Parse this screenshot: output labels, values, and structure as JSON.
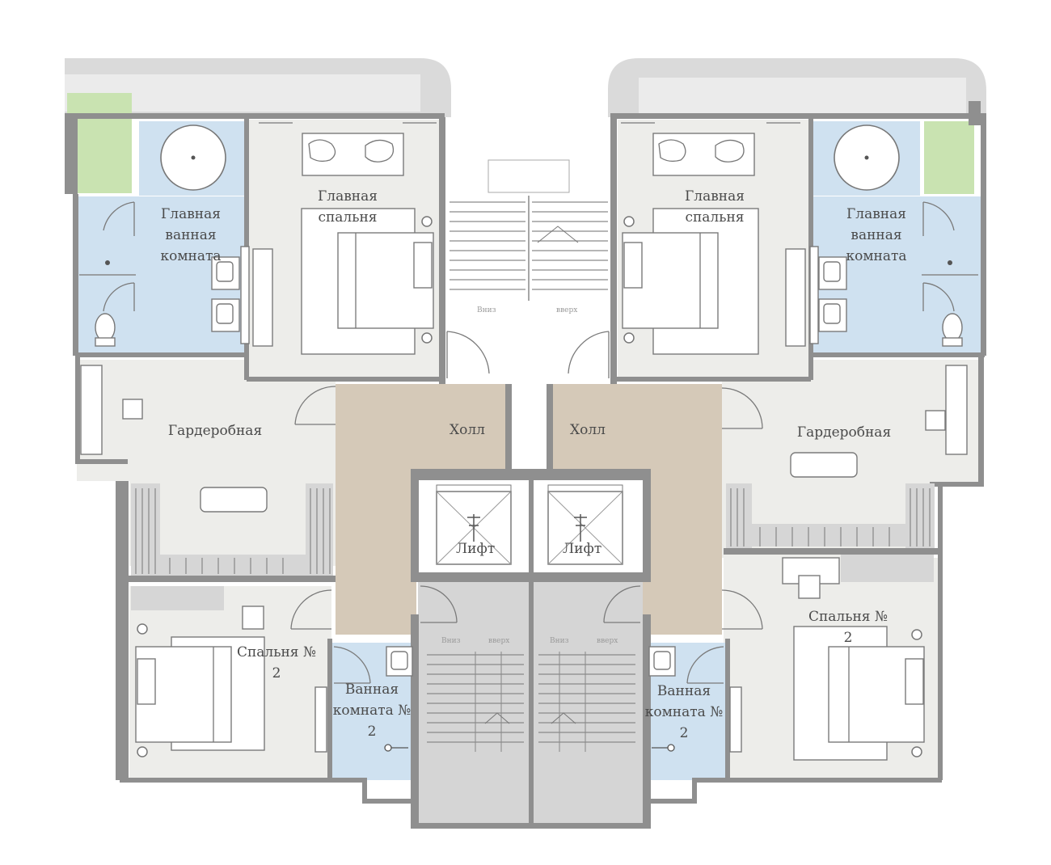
{
  "colors": {
    "room_light": "#ededea",
    "bath_blue": "#cfe1f0",
    "hall_beige": "#d5c9b8",
    "stair_grey": "#d5d5d5",
    "terrace_green": "#c9e3b1",
    "wall": "#8f8f8f",
    "balcony": "#dadada",
    "white": "#ffffff"
  },
  "labels": {
    "master_bedroom_left": [
      "Главная",
      "спальня"
    ],
    "master_bedroom_right": [
      "Главная",
      "спальня"
    ],
    "master_bath_left": [
      "Главная",
      "ванная",
      "комната"
    ],
    "master_bath_right": [
      "Главная",
      "ванная",
      "комната"
    ],
    "wardrobe_left": "Гардеробная",
    "wardrobe_right": "Гардеробная",
    "hall_left": "Холл",
    "hall_right": "Холл",
    "lift_left": "Лифт",
    "lift_right": "Лифт",
    "bedroom2_left": [
      "Спальня №",
      "2"
    ],
    "bedroom2_right": [
      "Спальня №",
      "2"
    ],
    "bath2_left": [
      "Ванная",
      "комната №",
      "2"
    ],
    "bath2_right": [
      "Ванная",
      "комната №",
      "2"
    ],
    "stair_up": "вверх",
    "stair_down": "Вниз"
  },
  "icons": [
    "bathtub-icon",
    "bed-icon",
    "pillow-icon",
    "sink-icon",
    "toilet-icon",
    "shower-icon",
    "lift-icon",
    "door-swing-icon",
    "stair-icon"
  ]
}
